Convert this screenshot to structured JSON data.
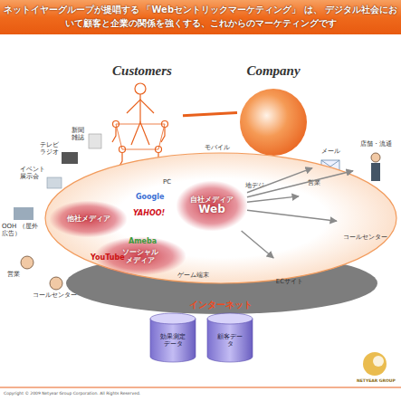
{
  "diagram": {
    "title": "ネットイヤーグループが提唱する 「Webセントリックマーケティング」 は、 デジタル社会において顧客と企業の関係を強くする、これからのマーケティングです",
    "nodes": [
      {
        "text": [
          "Customers"
        ]
      },
      {
        "text": [
          "Company"
        ]
      },
      {
        "text": [
          "インターネット"
        ]
      },
      {
        "text": [
          "他社メディア"
        ],
        "in": 2
      },
      {
        "text": [
          "自社メディア",
          "Web"
        ],
        "in": 2
      },
      {
        "text": [
          "ソーシャル メディア"
        ],
        "in": 2
      },
      {
        "text": [
          "メール"
        ]
      },
      {
        "text": [
          "営業"
        ]
      },
      {
        "text": [
          "店舗・流通"
        ]
      },
      {
        "text": [
          "コールセンター"
        ]
      },
      {
        "text": [
          "ECサイト"
        ]
      },
      {
        "text": [
          "効果測定 データ"
        ]
      },
      {
        "text": [
          "顧客データ"
        ]
      }
    ],
    "edges": [
      {
        "from": 0,
        "to": 1,
        "arrow": "none"
      },
      {
        "from": 4,
        "to": 6,
        "arrow": "to"
      },
      {
        "from": 4,
        "to": 7,
        "arrow": "to"
      },
      {
        "from": 4,
        "to": 8,
        "arrow": "to"
      },
      {
        "from": 4,
        "to": 9,
        "arrow": "to"
      },
      {
        "from": 4,
        "to": 10,
        "arrow": "to"
      }
    ],
    "labels": [
      "新聞 雑誌",
      "テレビ ラジオ",
      "イベント 展示会",
      "OOH （屋外広告）",
      "営業",
      "コールセンター",
      "Google",
      "YAHOO!",
      "Ameba",
      "YouTube",
      "PC",
      "モバイル",
      "地デジ",
      "ゲーム端末",
      "Copyright © 2009 Netyear Group Corporation. All Rights Reserved.",
      "NETYEAR GROUP"
    ]
  }
}
